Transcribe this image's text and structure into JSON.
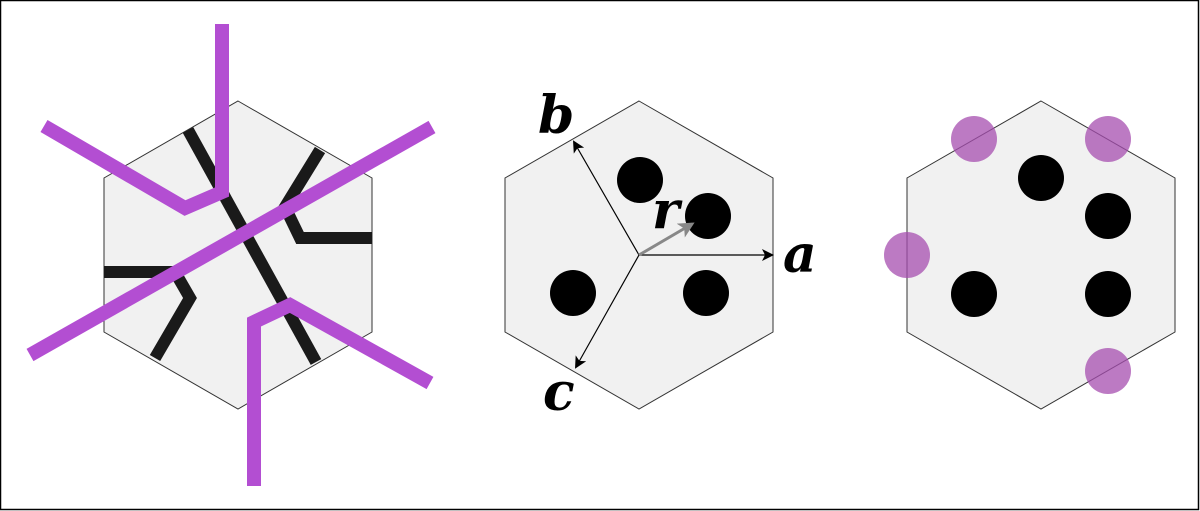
{
  "panels": [
    {
      "id": "lattice-tiling"
    },
    {
      "id": "lattice-vectors",
      "labels": {
        "a": "a",
        "b": "b",
        "c": "c",
        "r": "r"
      }
    },
    {
      "id": "site-positions"
    }
  ],
  "colors": {
    "hexagon_fill": "#f1f1f1",
    "hexagon_stroke": "#333333",
    "purple": "#b34ed2",
    "purple_translucent": "#a54eaf",
    "black": "#000000",
    "r_arrow": "#888888"
  }
}
